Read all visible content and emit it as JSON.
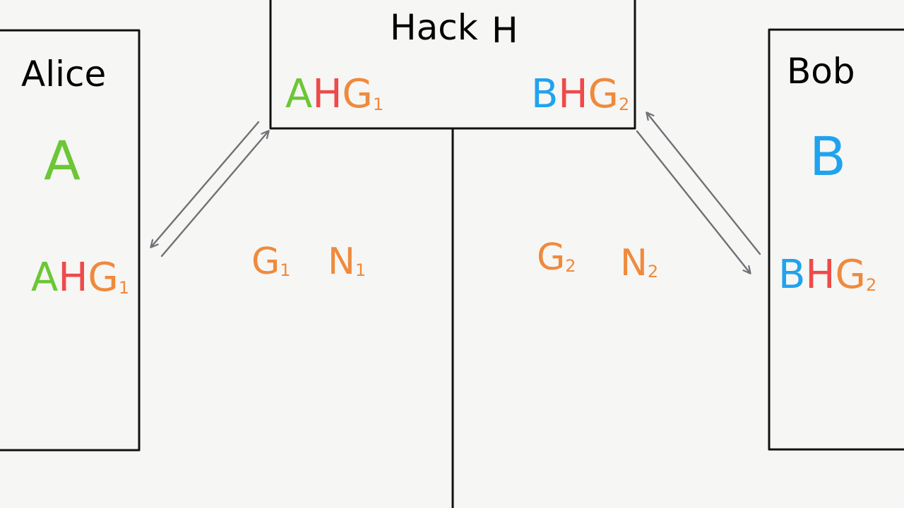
{
  "colors": {
    "background": "#f6f6f4",
    "border": "#111111",
    "arrow": "#6e7176",
    "green": "#6cc635",
    "red": "#ee4a4a",
    "orange": "#ef8a3d",
    "blue": "#20a3ee",
    "black": "#000000"
  },
  "alice": {
    "name": "Alice",
    "key": "A",
    "shared": {
      "a": "A",
      "b": "H",
      "c": "G",
      "sub": "1"
    }
  },
  "bob": {
    "name": "Bob",
    "key": "B",
    "shared": {
      "a": "B",
      "b": "H",
      "c": "G",
      "sub": "2"
    }
  },
  "hack": {
    "name": "Hack",
    "key": "H",
    "shared_left": {
      "a": "A",
      "b": "H",
      "c": "G",
      "sub": "1"
    },
    "shared_right": {
      "a": "B",
      "b": "H",
      "c": "G",
      "sub": "2"
    }
  },
  "params_left": {
    "g": "G",
    "g_sub": "1",
    "n": "N",
    "n_sub": "1"
  },
  "params_right": {
    "g": "G",
    "g_sub": "2",
    "n": "N",
    "n_sub": "2"
  }
}
